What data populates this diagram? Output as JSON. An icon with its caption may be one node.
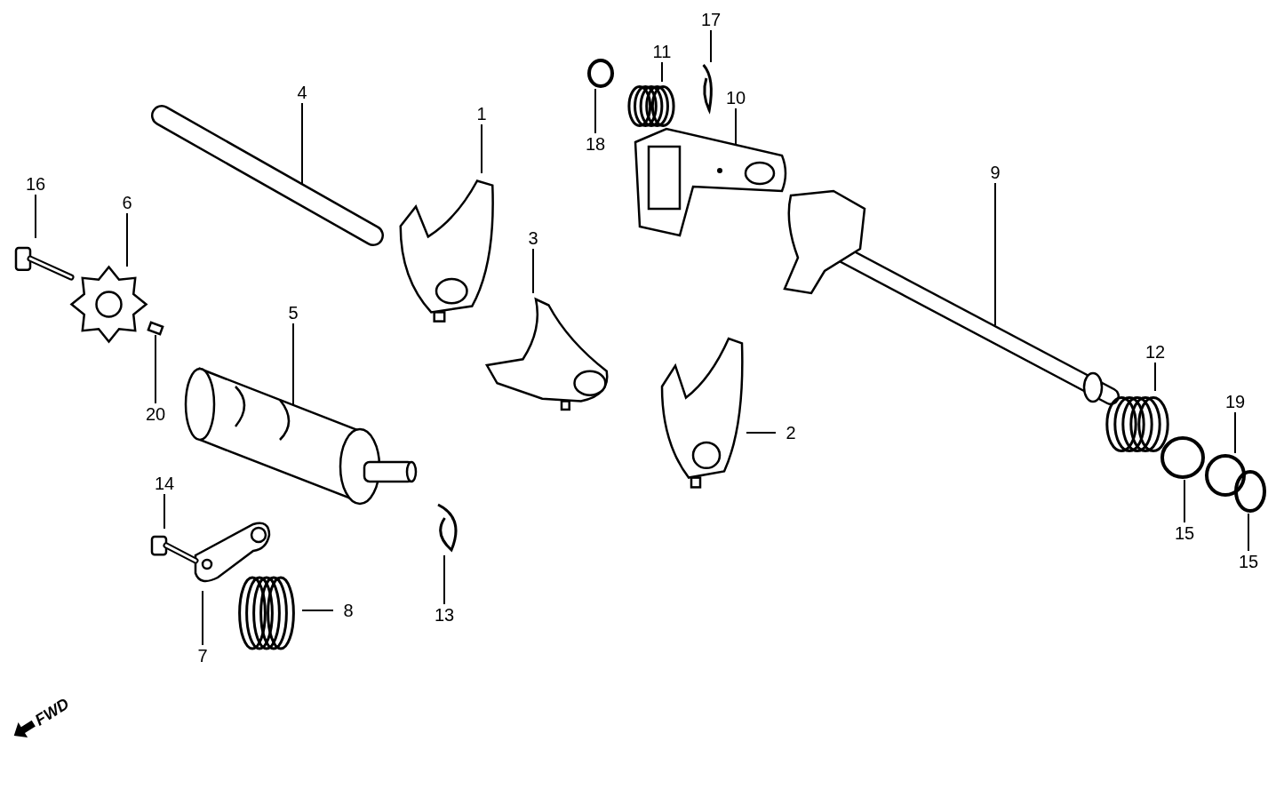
{
  "diagram": {
    "nodes": [
      {
        "text": [
          "1"
        ]
      },
      {
        "text": [],
        "shape": "picture"
      },
      {
        "text": [
          "2"
        ]
      },
      {
        "text": [],
        "shape": "picture"
      },
      {
        "text": [
          "3"
        ]
      },
      {
        "text": [],
        "shape": "picture"
      },
      {
        "text": [
          "4"
        ]
      },
      {
        "text": [],
        "shape": "picture"
      },
      {
        "text": [
          "5"
        ]
      },
      {
        "text": [],
        "shape": "picture"
      },
      {
        "text": [
          "6"
        ]
      },
      {
        "text": [],
        "shape": "picture"
      },
      {
        "text": [
          "7"
        ]
      },
      {
        "text": [],
        "shape": "picture"
      },
      {
        "text": [
          "8"
        ]
      },
      {
        "text": [],
        "shape": "picture"
      },
      {
        "text": [
          "9"
        ]
      },
      {
        "text": [],
        "shape": "picture"
      },
      {
        "text": [
          "10"
        ]
      },
      {
        "text": [],
        "shape": "picture"
      },
      {
        "text": [
          "11"
        ]
      },
      {
        "text": [],
        "shape": "picture"
      },
      {
        "text": [
          "12"
        ]
      },
      {
        "text": [],
        "shape": "picture"
      },
      {
        "text": [
          "13"
        ]
      },
      {
        "text": [],
        "shape": "picture"
      },
      {
        "text": [
          "14"
        ]
      },
      {
        "text": [],
        "shape": "picture"
      },
      {
        "text": [
          "15"
        ]
      },
      {
        "text": [],
        "shape": "circle"
      },
      {
        "text": [
          "15"
        ]
      },
      {
        "text": [],
        "shape": "circle"
      },
      {
        "text": [
          "16"
        ]
      },
      {
        "text": [],
        "shape": "picture"
      },
      {
        "text": [
          "17"
        ]
      },
      {
        "text": [],
        "shape": "picture"
      },
      {
        "text": [
          "18"
        ]
      },
      {
        "text": [],
        "shape": "circle"
      },
      {
        "text": [
          "19"
        ]
      },
      {
        "text": [],
        "shape": "circle"
      },
      {
        "text": [
          "20"
        ]
      },
      {
        "text": [],
        "shape": "box"
      }
    ],
    "edges": [
      {
        "from": 0,
        "to": 1,
        "arrow": "none"
      },
      {
        "from": 2,
        "to": 3,
        "arrow": "none"
      },
      {
        "from": 4,
        "to": 5,
        "arrow": "none"
      },
      {
        "from": 6,
        "to": 7,
        "arrow": "none"
      },
      {
        "from": 8,
        "to": 9,
        "arrow": "none"
      },
      {
        "from": 10,
        "to": 11,
        "arrow": "none"
      },
      {
        "from": 12,
        "to": 13,
        "arrow": "none"
      },
      {
        "from": 14,
        "to": 15,
        "arrow": "none"
      },
      {
        "from": 16,
        "to": 17,
        "arrow": "none"
      },
      {
        "from": 18,
        "to": 19,
        "arrow": "none"
      },
      {
        "from": 20,
        "to": 21,
        "arrow": "none"
      },
      {
        "from": 22,
        "to": 23,
        "arrow": "none"
      },
      {
        "from": 24,
        "to": 25,
        "arrow": "none"
      },
      {
        "from": 26,
        "to": 27,
        "arrow": "none"
      },
      {
        "from": 28,
        "to": 29,
        "arrow": "none"
      },
      {
        "from": 30,
        "to": 31,
        "arrow": "none"
      },
      {
        "from": 32,
        "to": 33,
        "arrow": "none"
      },
      {
        "from": 34,
        "to": 35,
        "arrow": "none"
      },
      {
        "from": 36,
        "to": 37,
        "arrow": "none"
      },
      {
        "from": 38,
        "to": 39,
        "arrow": "none"
      },
      {
        "from": 40,
        "to": 41,
        "arrow": "none"
      }
    ],
    "labels": [
      "FWD"
    ]
  }
}
